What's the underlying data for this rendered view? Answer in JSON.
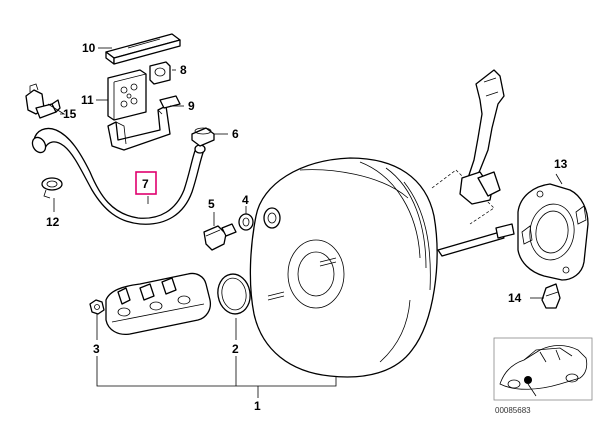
{
  "diagram": {
    "reference_number": "00085683",
    "highlight_color": "#e0006e",
    "parts": [
      {
        "id": "p1",
        "label": "1"
      },
      {
        "id": "p2",
        "label": "2"
      },
      {
        "id": "p3",
        "label": "3"
      },
      {
        "id": "p4",
        "label": "4"
      },
      {
        "id": "p5",
        "label": "5"
      },
      {
        "id": "p6",
        "label": "6"
      },
      {
        "id": "p7",
        "label": "7",
        "selected": true
      },
      {
        "id": "p8",
        "label": "8"
      },
      {
        "id": "p9",
        "label": "9"
      },
      {
        "id": "p10",
        "label": "10"
      },
      {
        "id": "p11",
        "label": "11"
      },
      {
        "id": "p12",
        "label": "12"
      },
      {
        "id": "p13",
        "label": "13"
      },
      {
        "id": "p14",
        "label": "14"
      },
      {
        "id": "p15",
        "label": "15"
      }
    ]
  }
}
